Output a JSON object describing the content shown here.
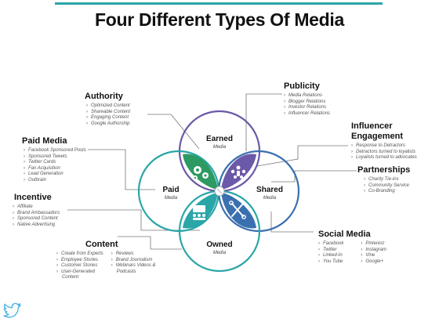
{
  "title": "Four Different Types Of Media",
  "colors": {
    "teal": "#2aa6a8",
    "purple": "#6b58a8",
    "blue": "#3a6fb0",
    "green": "#2e9a63",
    "twitter": "#4db3e6"
  },
  "circles": {
    "earned": {
      "label": "Earned",
      "sub": "Media"
    },
    "paid": {
      "label": "Paid",
      "sub": "Media"
    },
    "shared": {
      "label": "Shared",
      "sub": "Media"
    },
    "owned": {
      "label": "Owned",
      "sub": "Media"
    }
  },
  "icons": {
    "earned_paid": "gears-icon",
    "earned_shared": "people-icon",
    "paid_owned": "meeting-icon",
    "shared_owned": "tools-icon",
    "center": "hub-icon",
    "corner": "twitter-bird-icon"
  },
  "blocks": {
    "authority": {
      "title": "Authority",
      "items": [
        "Optimized Content",
        "Shareable Content",
        "Engaging Content",
        "Google Authorship"
      ]
    },
    "publicity": {
      "title": "Publicity",
      "items": [
        "Media Relations",
        "Blogger Relations",
        "Investor Relations",
        "Influencer Relations"
      ]
    },
    "paid_media": {
      "title": "Paid Media",
      "items": [
        "Facebook Sponsored Posts",
        "Sponsored Tweets",
        "Twitter Cards",
        "Fan Acquisition",
        "Lead Generation",
        "Outbrain"
      ]
    },
    "influencer": {
      "title_line1": "Influencer",
      "title_line2": "Engagement",
      "items": [
        "Response to Detractors",
        "Detractors turned to loyalists",
        "Loyalists turned to advocates"
      ]
    },
    "partnerships": {
      "title": "Partnerships",
      "items": [
        "Charity Tie-ins",
        "Community Service",
        "Co-Branding"
      ]
    },
    "incentive": {
      "title": "Incentive",
      "items": [
        "Affiliate",
        "Brand Ambassadors",
        "Sponsored Content",
        "Native Advertising"
      ]
    },
    "content": {
      "title": "Content",
      "col1": [
        "Create from Experts",
        "Employee Stories",
        "Customer Stories",
        "User-Generated",
        "Content"
      ],
      "col2": [
        "Reviews",
        "Brand Journalism",
        "Webinars Videos &",
        "Podcasts"
      ]
    },
    "social_media": {
      "title": "Social Media",
      "col1": [
        "Facebook",
        "Twitter",
        "Linked-In",
        "You Tube"
      ],
      "col2": [
        "Pinterest",
        "Instagram",
        "Vine",
        "Google+"
      ]
    }
  }
}
